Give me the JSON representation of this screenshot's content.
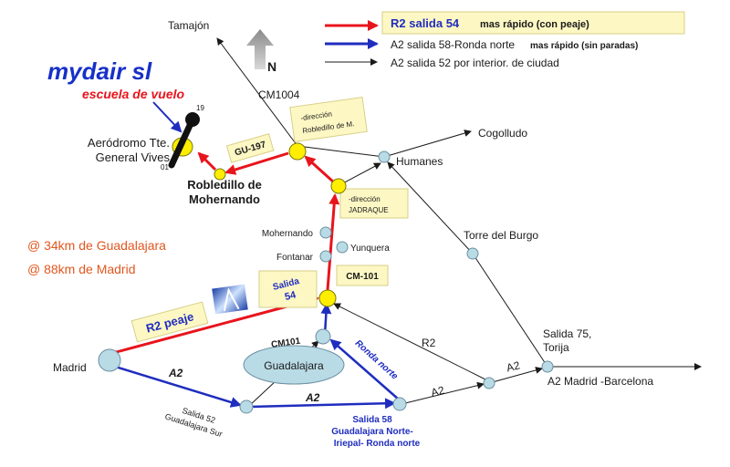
{
  "colors": {
    "red": "#e8141c",
    "blue": "#1f2dbf",
    "black": "#1a1a1a",
    "node_fill": "#b9dbe6",
    "node_stroke": "#6a8fa0",
    "yellow": "#ffee00",
    "label_bg": "#fdf7c4",
    "orange_text": "#e2561e",
    "logo_blue": "#1730c8"
  },
  "legend": {
    "r2": "R2 salida 54",
    "r2_note": "mas rápido (con peaje)",
    "a2_58": "A2 salida 58-Ronda norte",
    "a2_58_note": "mas rápido (sin paradas)",
    "a2_52": "A2 salida 52 por interior. de ciudad"
  },
  "logo": {
    "name": "mydair sl",
    "tagline": "escuela de vuelo"
  },
  "north_label": "N",
  "distances": {
    "guadalajara": "@ 34km de Guadalajara",
    "madrid": "@ 88km de Madrid"
  },
  "places": {
    "tamajon": "Tamajón",
    "cm1004": "CM1004",
    "aerodromo_line1": "Aeródromo Tte.",
    "aerodromo_line2": "General Vives",
    "runway_19": "19",
    "runway_01": "01",
    "robledillo_line1": "Robledillo de",
    "robledillo_line2": "Mohernando",
    "cogolludo": "Cogolludo",
    "humanes": "Humanes",
    "mohernando": "Mohernando",
    "yunquera": "Yunquera",
    "fontanar": "Fontanar",
    "torre_del_burgo": "Torre del Burgo",
    "madrid": "Madrid",
    "guadalajara": "Guadalajara",
    "salida75_line1": "Salida 75,",
    "salida75_line2": "Torija",
    "a2_madrid_barcelona": "A2 Madrid -Barcelona"
  },
  "road_labels": {
    "gu197": "GU-197",
    "dir_robledillo_line1": "-dirección",
    "dir_robledillo_line2": "Robledillo de M.",
    "dir_jadraque_line1": "-dirección",
    "dir_jadraque_line2": "JADRAQUE",
    "cm101_box": "CM-101",
    "salida54_line1": "Salida",
    "salida54_line2": "54",
    "r2_peaje": "R2 peaje",
    "cm101": "CM101",
    "r2": "R2",
    "ronda_norte": "Ronda norte",
    "a2_left": "A2",
    "a2_mid": "A2",
    "a2_right1": "A2",
    "a2_right2": "A2",
    "salida52_line1": "Salida 52",
    "salida52_line2": "Guadalajara Sur",
    "salida58_line1": "Salida 58",
    "salida58_line2": "Guadalajara Norte-",
    "salida58_line3": "Iriepal- Ronda norte"
  }
}
